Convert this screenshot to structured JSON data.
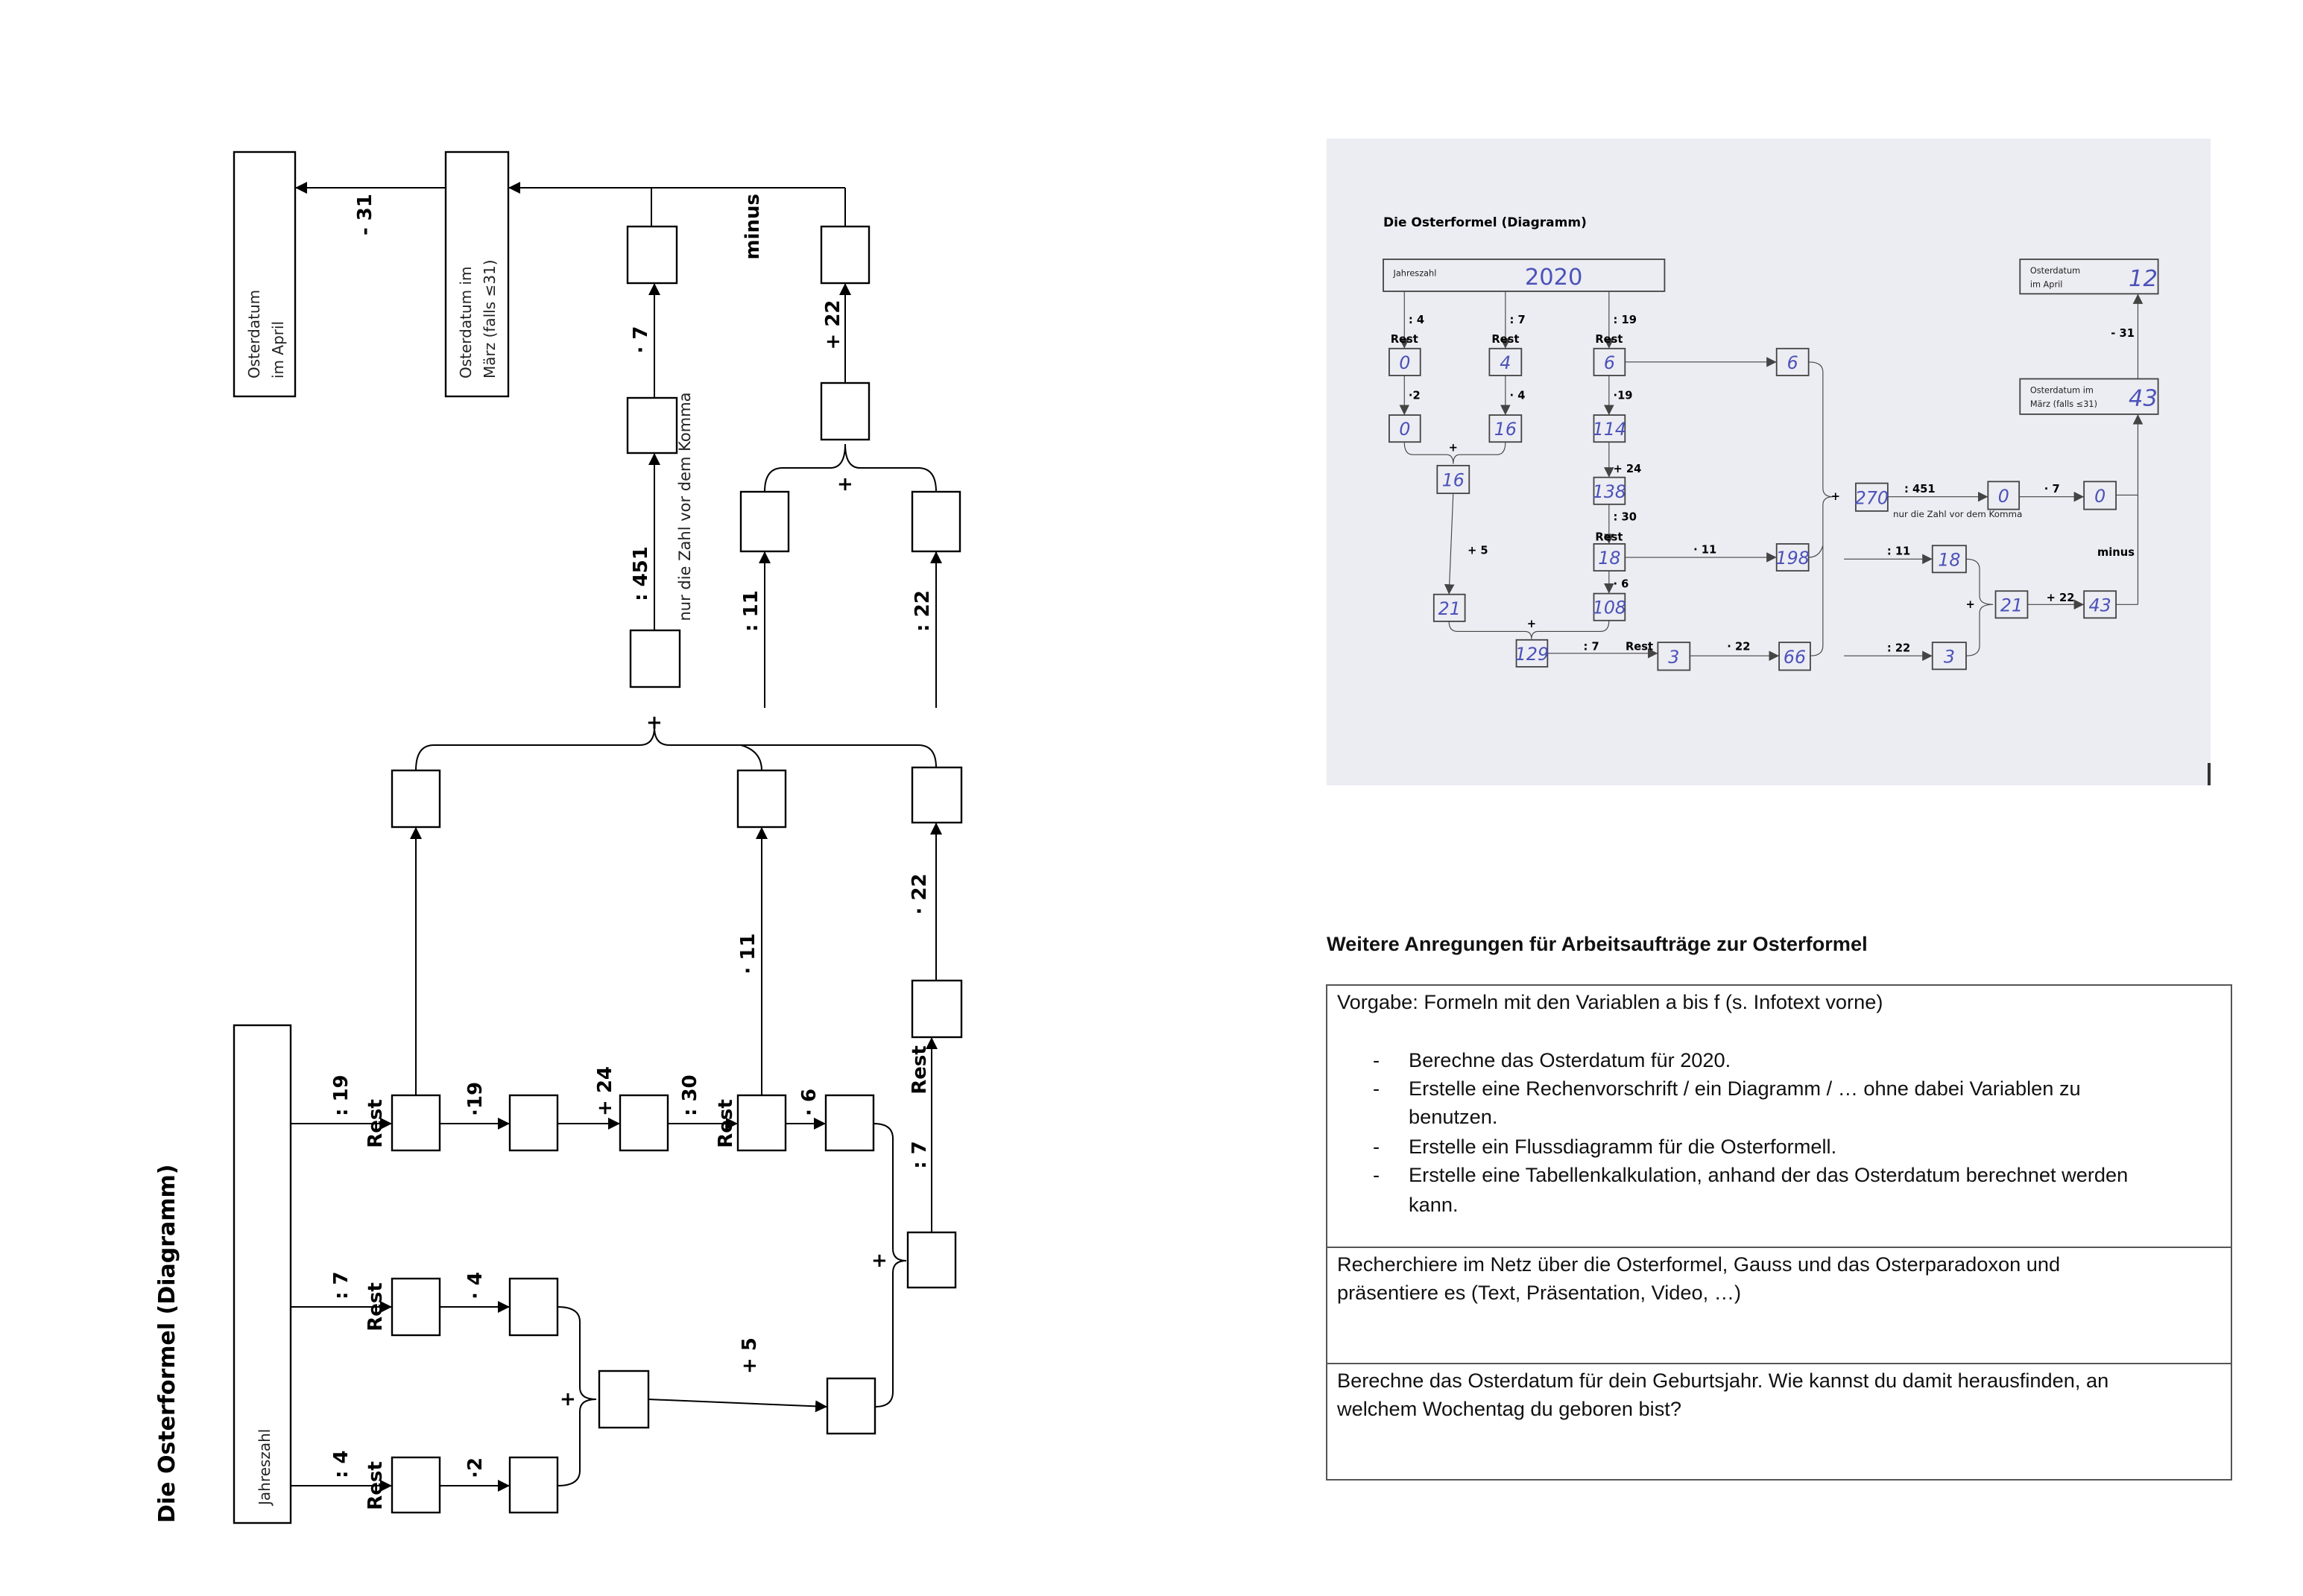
{
  "left_diagram": {
    "title": "Die Osterformel (Diagramm)"
  },
  "diagram": {
    "input_label": "Jahreszahl",
    "rest": "Rest",
    "plus": "+",
    "note": "nur die Zahl vor dem Komma",
    "minus": "minus",
    "march_label": [
      "Osterdatum im",
      "März (falls ≤31)"
    ],
    "april_label": [
      "Osterdatum",
      "im April"
    ],
    "ops": {
      "div4": ": 4",
      "div7": ": 7",
      "div19": ": 19",
      "mul2": "·2",
      "mul4": "· 4",
      "mul19": "·19",
      "add24": "+ 24",
      "div30": ": 30",
      "mul6": "· 6",
      "add5": "+ 5",
      "mul11": "· 11",
      "div7b": ": 7",
      "mul22": "· 22",
      "div451": ": 451",
      "mul7": "· 7",
      "div11": ": 11",
      "div22": ": 22",
      "add22": "+ 22",
      "sub31": "- 31"
    }
  },
  "photo": {
    "title": "Die Osterformel (Diagramm)",
    "values": {
      "year": "2020",
      "r4": "0",
      "r7": "4",
      "r19": "6",
      "m2": "0",
      "m4": "16",
      "m19": "114",
      "s16": "16",
      "p24": "138",
      "r30": "18",
      "m6": "108",
      "p5": "21",
      "s129": "129",
      "r7b": "3",
      "m22": "66",
      "m11": "198",
      "c6": "6",
      "s270": "270",
      "d451": "0",
      "m7": "0",
      "q11": "18",
      "q22": "3",
      "s21": "21",
      "p22": "43",
      "march": "43",
      "april": "12"
    }
  },
  "tasks": {
    "heading": "Weitere Anregungen für Arbeitsaufträge zur Osterformel",
    "row1_intro": "Vorgabe: Formeln mit den Variablen a bis f (s. Infotext vorne)",
    "bullet": "-",
    "row1_lines": [
      "Berechne das Osterdatum für 2020.",
      "Erstelle eine Rechenvorschrift / ein Diagramm / … ohne dabei Variablen zu",
      "benutzen.",
      "Erstelle ein Flussdiagramm für die Osterformell.",
      "Erstelle eine Tabellenkalkulation, anhand der das Osterdatum berechnet werden",
      "kann."
    ],
    "row2_lines": [
      "Recherchiere im Netz über die Osterformel, Gauss und das Osterparadoxon und",
      "präsentiere es (Text, Präsentation, Video, …)"
    ],
    "row3_lines": [
      "Berechne das Osterdatum für dein Geburtsjahr. Wie kannst du damit herausfinden, an",
      "welchem Wochentag du geboren bist?"
    ]
  }
}
